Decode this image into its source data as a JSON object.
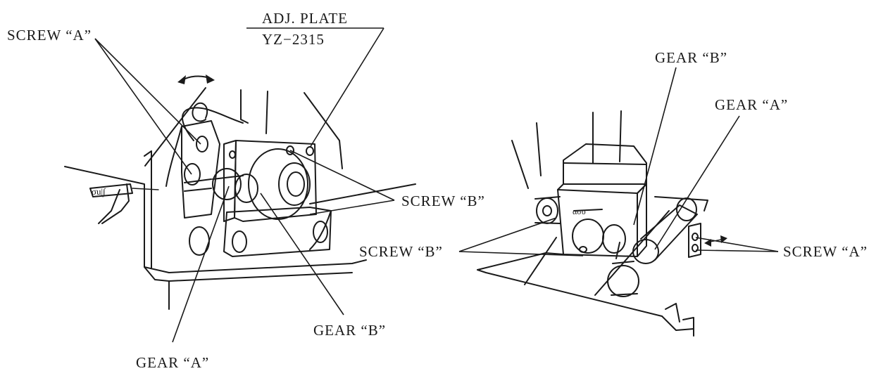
{
  "labels": {
    "adj_plate": "ADJ. PLATE",
    "part_no": "YZ−2315",
    "screw_a_left": "SCREW “A”",
    "screw_b_left": "SCREW “B”",
    "gear_b_left": "GEAR “B”",
    "gear_a_left": "GEAR “A”",
    "gear_b_right": "GEAR “B”",
    "gear_a_right": "GEAR “A”",
    "screw_b_right": "SCREW “B”",
    "screw_a_right": "SCREW “A”"
  },
  "colors": {
    "ink": "#1a1a1a",
    "paper": "#ffffff"
  }
}
